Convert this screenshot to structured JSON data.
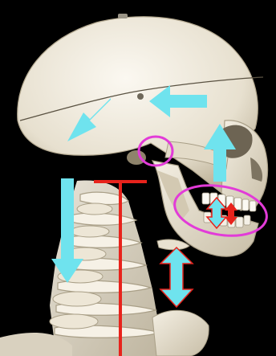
{
  "image": {
    "subject": "skeleton-skull-and-cervical-spine-lateral-view",
    "background_color": "#000000"
  },
  "colors": {
    "bone": "#efe9dc",
    "bone_shadow": "#c9bfa9",
    "bone_dark": "#8f846e",
    "motion_arrow": "#6fe3ee",
    "reference_line": "#e8231c",
    "highlight_ellipse": "#e23bd8",
    "small_arrow": "#e8231c"
  },
  "annotations": {
    "motion_arrows": [
      "cranium-backward-arrow",
      "cranium-downward-diagonal-arrow",
      "face-upward-arrow",
      "spine-downward-arrow",
      "jaw-vertical-double-arrow",
      "teeth-vertical-double-arrow"
    ],
    "highlights": [
      "tmj-circle",
      "mouth-ellipse"
    ],
    "reference_lines": [
      "vertical-plumb-line",
      "horizontal-top-bar"
    ]
  }
}
